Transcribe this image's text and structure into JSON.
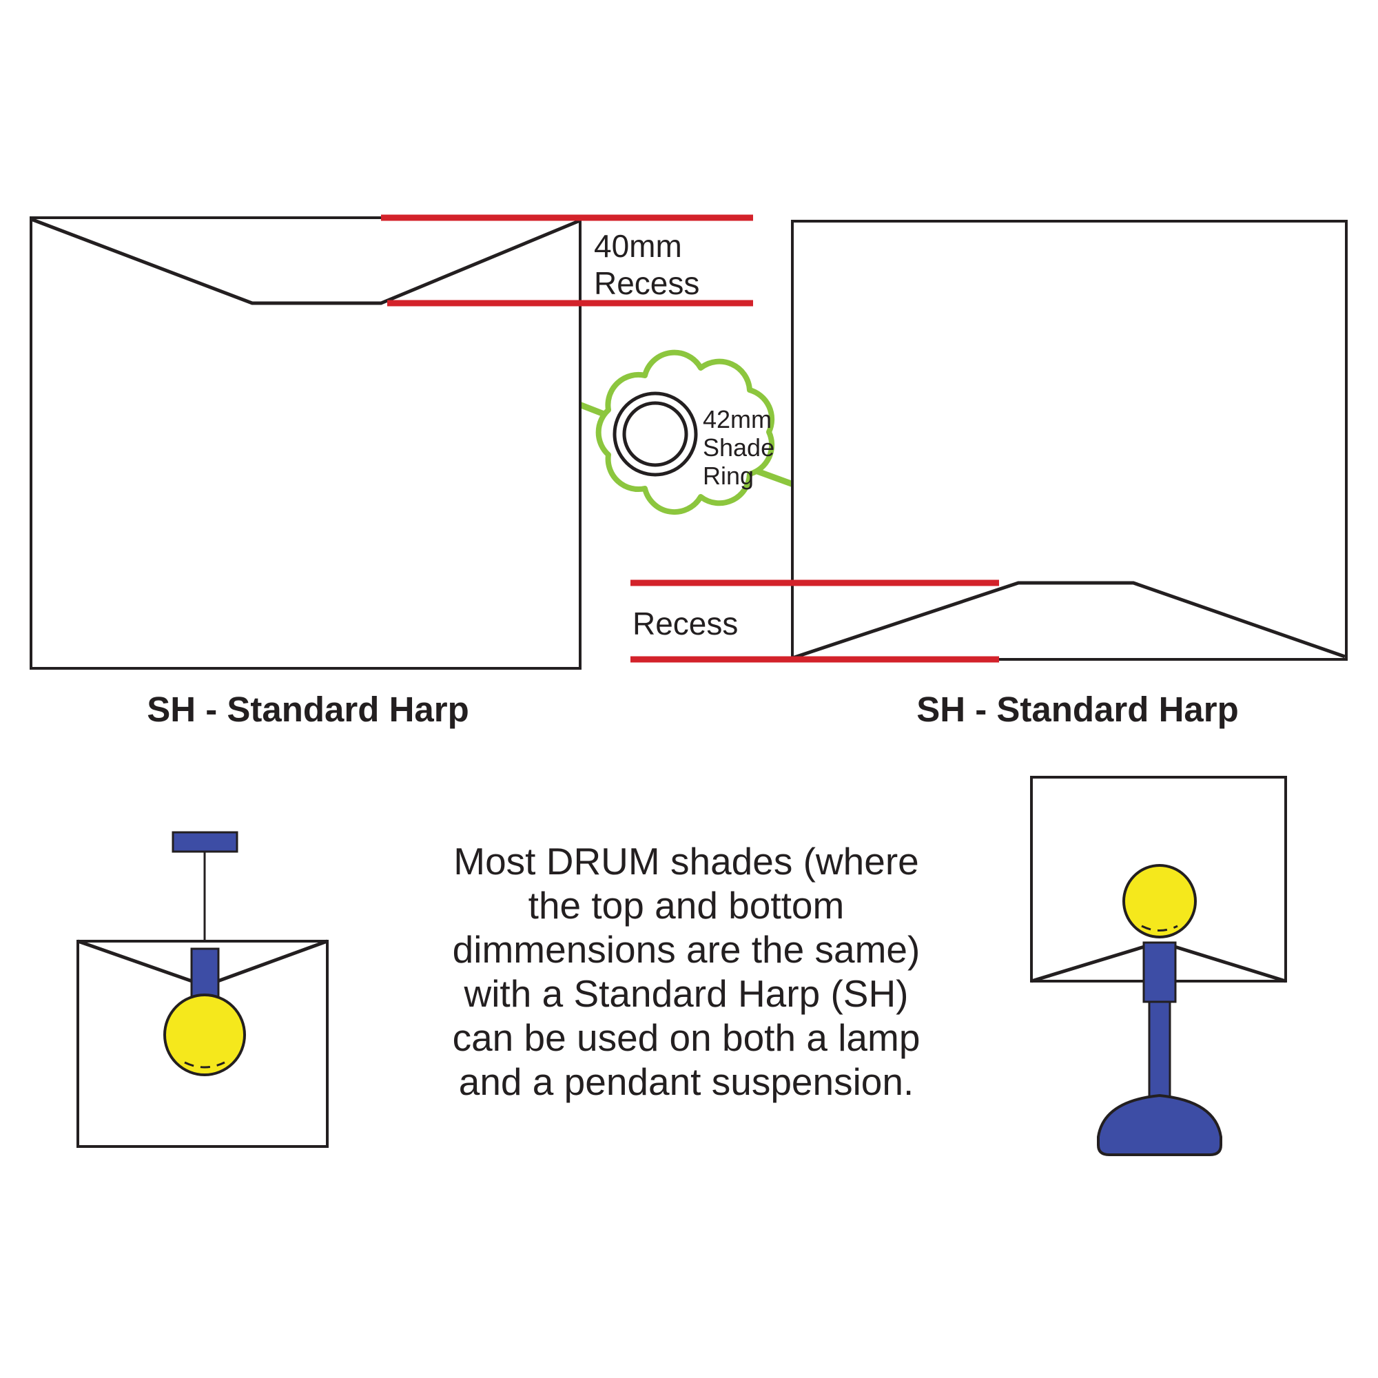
{
  "colors": {
    "outline": "#231F20",
    "red": "#D3222A",
    "green": "#8CC63E",
    "blue": "#3D4DA5",
    "yellow": "#F5E81C"
  },
  "left_shade_diagram": {
    "recess_line1": "40mm",
    "recess_line2": "Recess",
    "caption": "SH - Standard Harp"
  },
  "right_shade_diagram": {
    "recess_label": "Recess",
    "caption": "SH - Standard Harp"
  },
  "shade_ring_callout": {
    "line1": "42mm",
    "line2": "Shade",
    "line3": "Ring"
  },
  "description": {
    "lines": [
      "Most DRUM shades (where",
      "the top and bottom",
      "dimmensions are the same)",
      "with a Standard Harp (SH)",
      "can be used on both a lamp",
      "and a pendant suspension."
    ]
  }
}
